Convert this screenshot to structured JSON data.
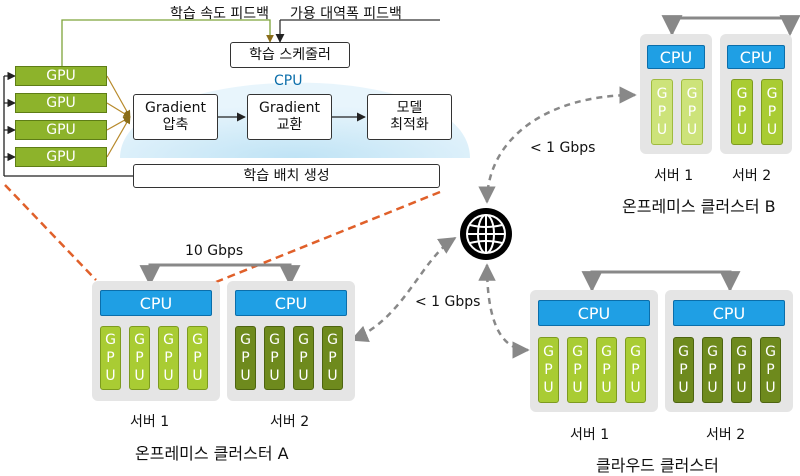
{
  "pipeline": {
    "lr_feedback": "학습 속도 피드백",
    "avail_bw_feedback": "가용 대역폭 피드백",
    "scheduler": "학습 스케줄러",
    "cpu_label": "CPU",
    "gpu_bar_label": "GPU",
    "grad_compress": [
      "Gradient",
      "압축"
    ],
    "grad_exchange": [
      "Gradient",
      "교환"
    ],
    "model_opt": [
      "모델",
      "최적화"
    ],
    "batch_gen": "학습 배치 생성"
  },
  "links": {
    "intra_a": "10 Gbps",
    "wan_b": "< 1 Gbps",
    "wan_a": "< 1 Gbps"
  },
  "cluster_a": {
    "name": "온프레미스 클러스터 A",
    "server1": "서버 1",
    "server2": "서버 2",
    "cpu": "CPU"
  },
  "cluster_b": {
    "name": "온프레미스 클러스터 B",
    "server1": "서버 1",
    "server2": "서버 2",
    "cpu": "CPU"
  },
  "cluster_c": {
    "name": "클라우드 클러스터",
    "server1": "서버 1",
    "server2": "서버 2",
    "cpu": "CPU"
  },
  "gpu_letters": [
    "G",
    "P",
    "U"
  ],
  "colors": {
    "cpu": "#1f9fe4",
    "gpu": "#8db32b",
    "gpu_light": "#cde37a",
    "gpu_dark": "#6e8a1d",
    "zoom_line": "#e0602a",
    "wan_line": "#888888"
  },
  "icons": {
    "internet": "globe-icon"
  }
}
